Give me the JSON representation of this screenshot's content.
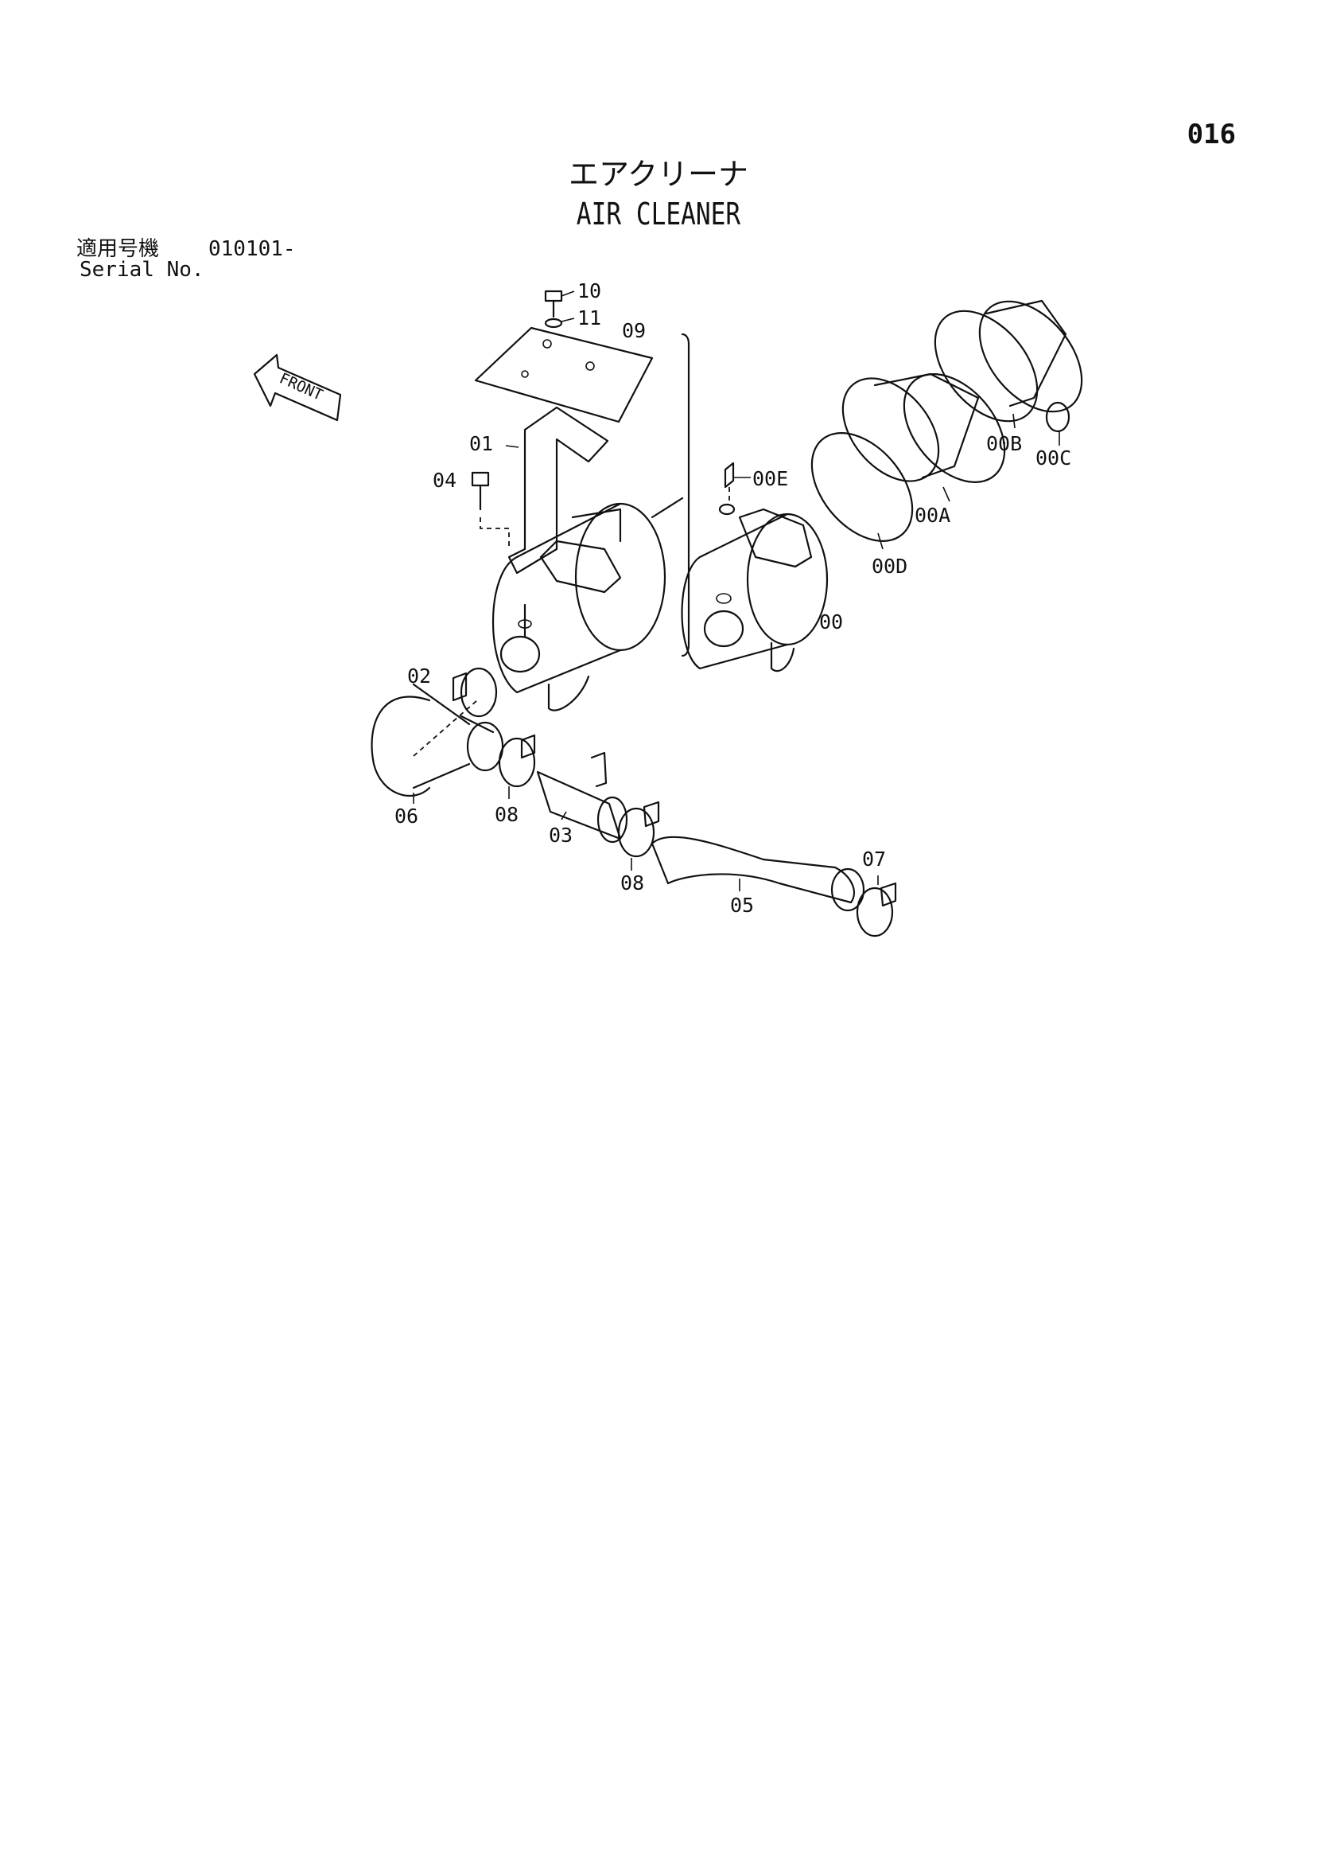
{
  "page_number": "016",
  "title": {
    "jp": "エアクリーナ",
    "en": "AIR CLEANER"
  },
  "serial": {
    "label_jp": "適用号機",
    "value": "010101-",
    "label_en": "Serial No."
  },
  "front_arrow_label": "FRONT",
  "part_callouts": [
    "10",
    "11",
    "09",
    "01",
    "04",
    "02",
    "06",
    "08",
    "03",
    "08",
    "05",
    "07",
    "00E",
    "00",
    "00D",
    "00A",
    "00B",
    "00C"
  ]
}
